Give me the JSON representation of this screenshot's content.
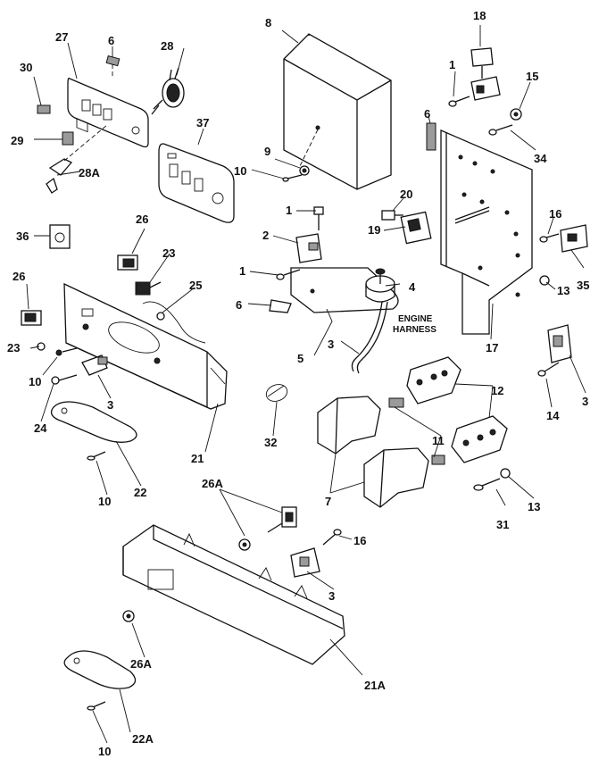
{
  "diagram": {
    "part_labels": {
      "p1": "1",
      "p1b": "1",
      "p1c": "1",
      "p2": "2",
      "p3a": "3",
      "p3b": "3",
      "p3c": "3",
      "p3d": "3",
      "p4": "4",
      "p5": "5",
      "p6a": "6",
      "p6b": "6",
      "p6c": "6",
      "p7": "7",
      "p8": "8",
      "p9": "9",
      "p10a": "10",
      "p10b": "10",
      "p10c": "10",
      "p10d": "10",
      "p11": "11",
      "p12": "12",
      "p13a": "13",
      "p13b": "13",
      "p14": "14",
      "p15": "15",
      "p16a": "16",
      "p16b": "16",
      "p17": "17",
      "p18": "18",
      "p19": "19",
      "p20": "20",
      "p21": "21",
      "p21a": "21A",
      "p22": "22",
      "p22a": "22A",
      "p23a": "23",
      "p23b": "23",
      "p24": "24",
      "p25": "25",
      "p26a": "26",
      "p26b": "26",
      "p26c": "26A",
      "p26d": "26A",
      "p27": "27",
      "p28": "28",
      "p28a": "28A",
      "p29": "29",
      "p30": "30",
      "p31": "31",
      "p32": "32",
      "p34": "34",
      "p35": "35",
      "p36": "36",
      "p37": "37"
    },
    "harness_label": {
      "line1": "ENGINE",
      "line2": "HARNESS"
    }
  }
}
